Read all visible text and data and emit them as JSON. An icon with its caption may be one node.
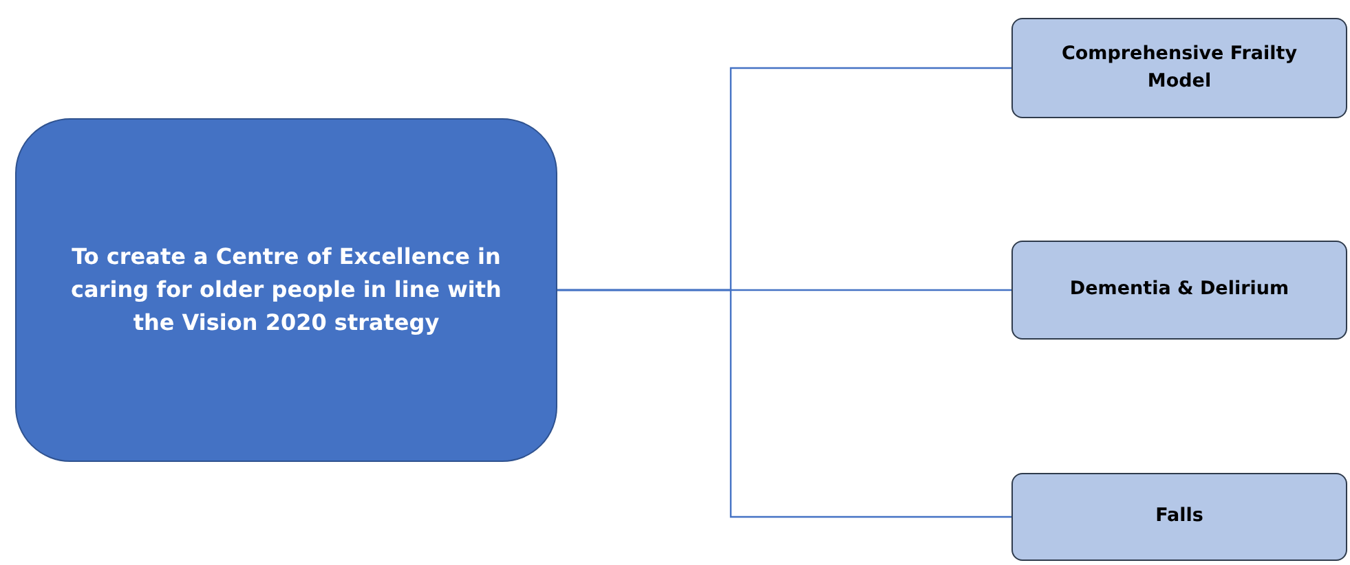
{
  "diagram": {
    "nodes": [
      {
        "text": [
          "To create a Centre of Excellence in caring for older people in line with the Vision 2020 strategy"
        ]
      },
      {
        "text": [
          "Comprehensive Frailty Model"
        ]
      },
      {
        "text": [
          "Dementia & Delirium"
        ]
      },
      {
        "text": [
          "Falls"
        ]
      }
    ],
    "edges": [
      {
        "from": 0,
        "to": 1,
        "arrow": "none"
      },
      {
        "from": 0,
        "to": 2,
        "arrow": "none"
      },
      {
        "from": 0,
        "to": 3,
        "arrow": "none"
      }
    ]
  }
}
